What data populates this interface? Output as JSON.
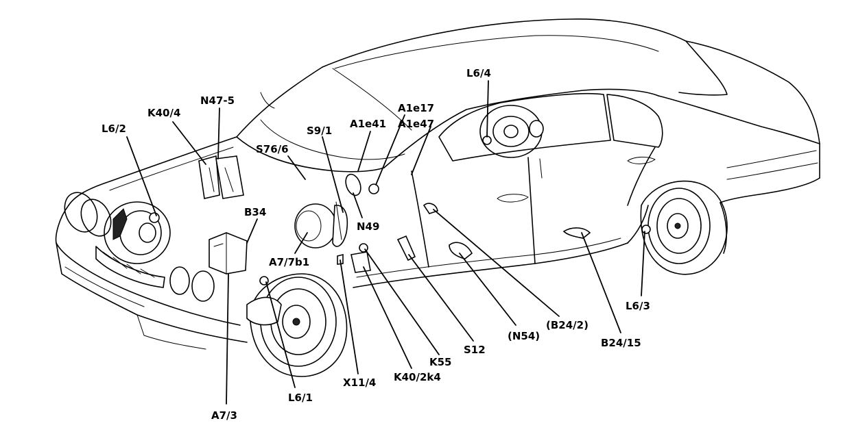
{
  "labels": {
    "l6_2": "L6/2",
    "k40_4": "K40/4",
    "n47_5": "N47-5",
    "s76_6": "S76/6",
    "s9_1": "S9/1",
    "a1e41": "A1e41",
    "a1e17": "A1e17",
    "a1e47": "A1e47",
    "l6_4": "L6/4",
    "b34": "B34",
    "n49": "N49",
    "a7_7b1": "A7/7b1",
    "l6_3": "L6/3",
    "b24_15": "B24/15",
    "b24_2": "(B24/2)",
    "n54": "(N54)",
    "s12": "S12",
    "k55": "K55",
    "k40_2k4": "K40/2k4",
    "x11_4": "X11/4",
    "l6_1": "L6/1",
    "a7_3": "A7/3"
  }
}
